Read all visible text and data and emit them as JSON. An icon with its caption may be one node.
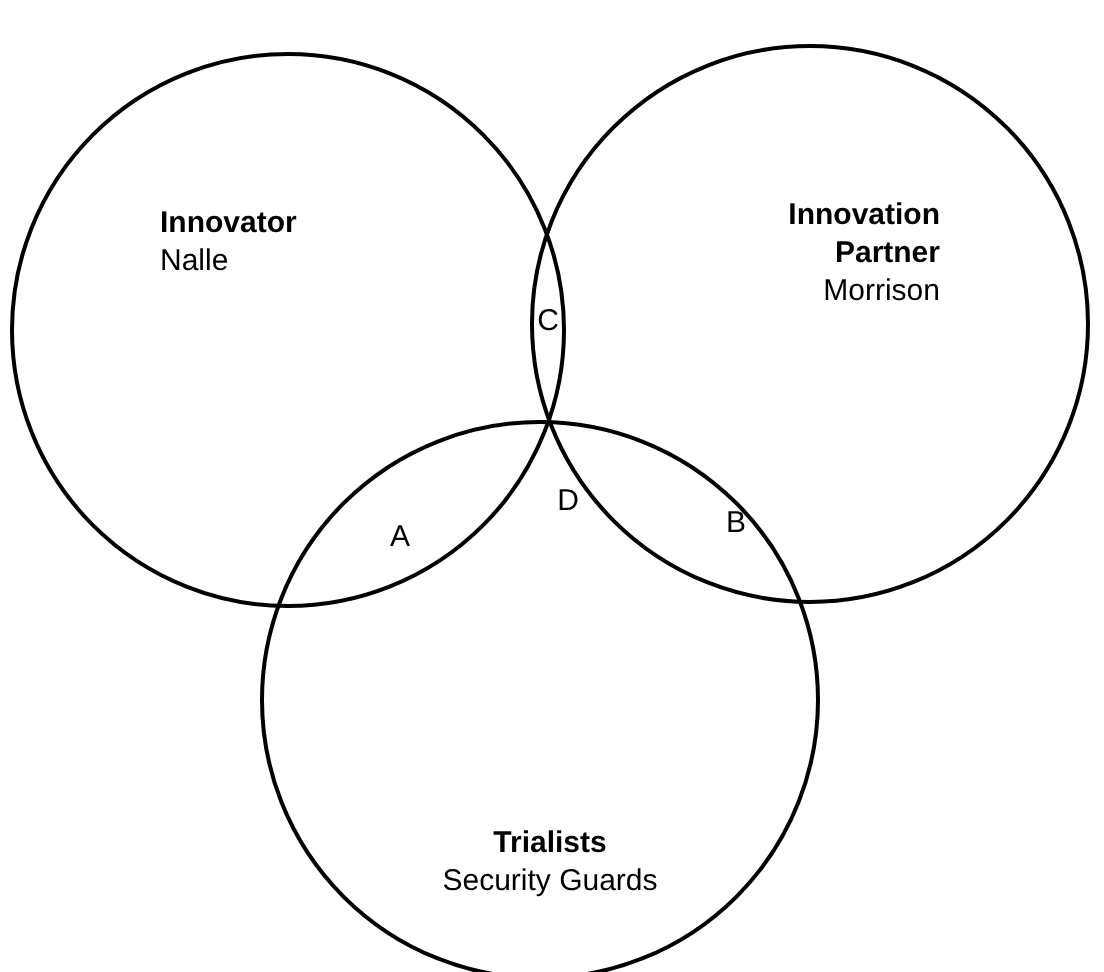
{
  "diagram": {
    "nodes": [
      {
        "text": [
          "Innovator",
          "Nalle"
        ]
      },
      {
        "text": [
          "Innovation Partner",
          "Morrison"
        ]
      },
      {
        "text": [
          "Trialists",
          "Security Guards"
        ]
      }
    ],
    "labels": [
      "C",
      "D",
      "A",
      "B"
    ]
  }
}
